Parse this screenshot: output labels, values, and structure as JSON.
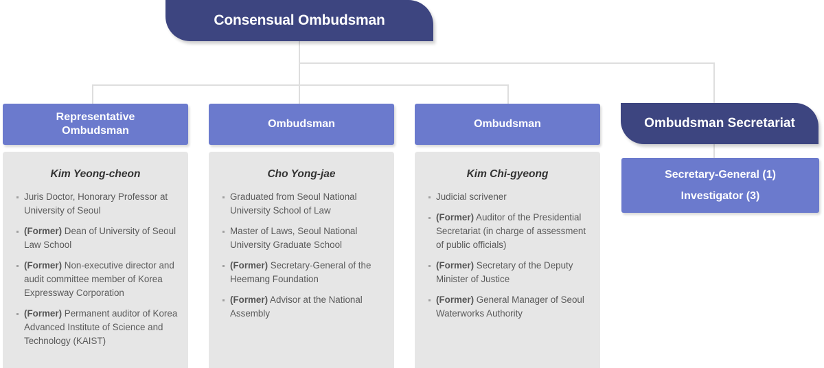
{
  "top_node": {
    "label": "Consensual Ombudsman"
  },
  "colors": {
    "dark_navy": "#3d4580",
    "header_blue": "#6b7acd",
    "panel_gray": "#e6e6e6",
    "connector": "#dedede"
  },
  "columns": [
    {
      "header": "Representative Ombudsman",
      "name": "Kim Yeong-cheon",
      "items": [
        {
          "prefix": "",
          "text": "Juris Doctor, Honorary Professor at University of Seoul"
        },
        {
          "prefix": "(Former)",
          "text": " Dean of University of Seoul Law School"
        },
        {
          "prefix": "(Former)",
          "text": " Non-executive director and audit committee member of Korea Expressway Corporation"
        },
        {
          "prefix": "(Former)",
          "text": " Permanent auditor of Korea Advanced Institute of Science and Technology (KAIST)"
        }
      ]
    },
    {
      "header": "Ombudsman",
      "name": "Cho Yong-jae",
      "items": [
        {
          "prefix": "",
          "text": "Graduated from Seoul National University School of Law"
        },
        {
          "prefix": "",
          "text": "Master of Laws, Seoul National University Graduate School"
        },
        {
          "prefix": "(Former)",
          "text": " Secretary-General of the Heemang Foundation"
        },
        {
          "prefix": "(Former)",
          "text": " Advisor at the National Assembly"
        }
      ]
    },
    {
      "header": "Ombudsman",
      "name": "Kim Chi-gyeong",
      "items": [
        {
          "prefix": "",
          "text": "Judicial scrivener"
        },
        {
          "prefix": "(Former)",
          "text": " Auditor of the Presidential Secretariat (in charge of assessment of public officials)"
        },
        {
          "prefix": "(Former)",
          "text": " Secretary of the Deputy Minister of Justice"
        },
        {
          "prefix": "(Former)",
          "text": " General Manager of Seoul Waterworks Authority"
        }
      ]
    }
  ],
  "secretariat": {
    "header": "Ombudsman Secretariat",
    "members": [
      "Secretary-General (1)",
      "Investigator (3)"
    ]
  }
}
